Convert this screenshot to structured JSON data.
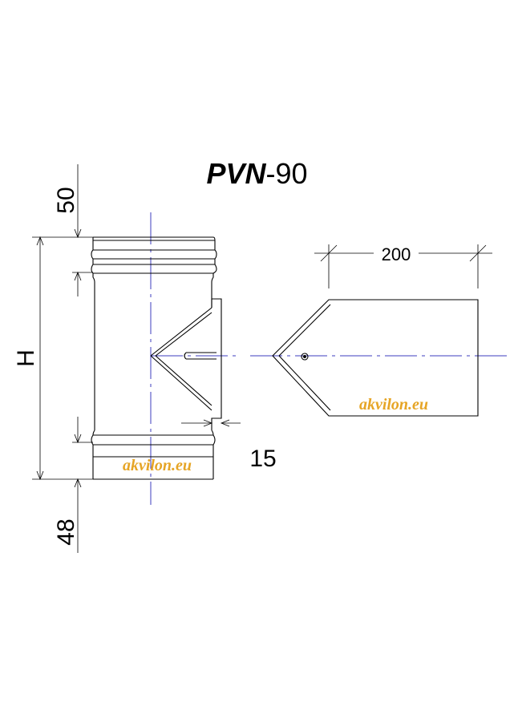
{
  "title": {
    "model": "PVN",
    "suffix": "-90"
  },
  "dimensions": {
    "top_offset": "50",
    "bottom_offset": "48",
    "height": "H",
    "side_offset": "15",
    "branch_width": "200"
  },
  "watermark": {
    "text": "akvilon.eu",
    "color": "#e6a526"
  },
  "colors": {
    "line": "#000000",
    "axis": "#3d3dbf"
  }
}
